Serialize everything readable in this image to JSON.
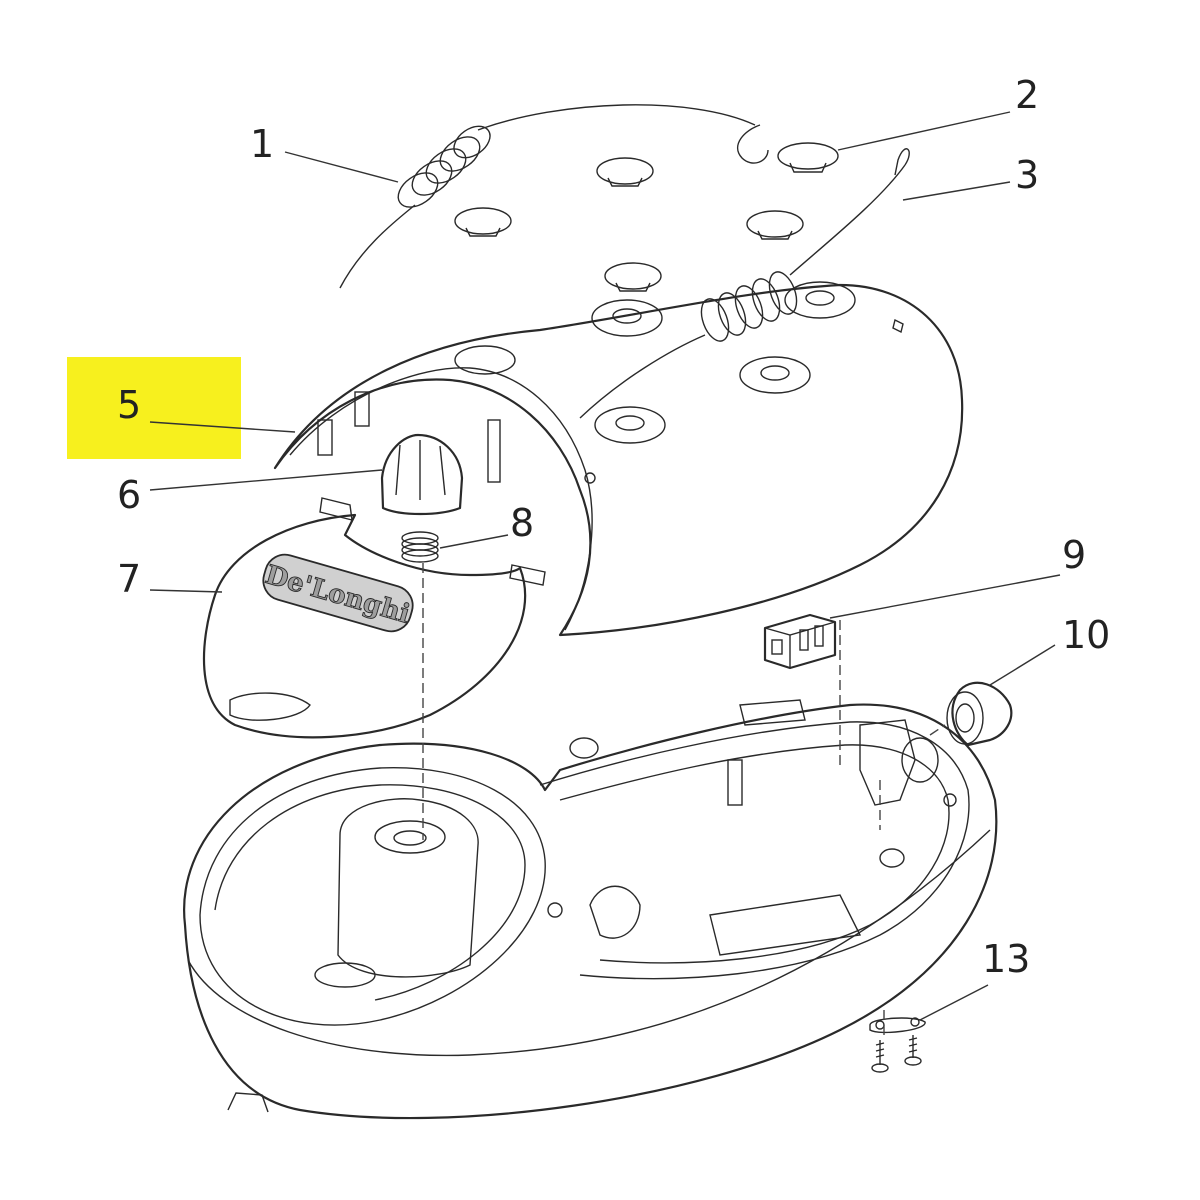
{
  "diagram": {
    "colors": {
      "highlight": "#f7f01e",
      "cover_fill": "#9b9b9b",
      "part_fill": "#c8c8c8",
      "light_fill": "#e6e6e6",
      "outline": "#2a2a2a"
    },
    "callouts": [
      {
        "id": "1",
        "label": "1"
      },
      {
        "id": "2",
        "label": "2"
      },
      {
        "id": "3",
        "label": "3"
      },
      {
        "id": "5",
        "label": "5",
        "highlighted": true
      },
      {
        "id": "6",
        "label": "6"
      },
      {
        "id": "7",
        "label": "7"
      },
      {
        "id": "8",
        "label": "8"
      },
      {
        "id": "9",
        "label": "9"
      },
      {
        "id": "10",
        "label": "10"
      },
      {
        "id": "13",
        "label": "13"
      }
    ],
    "brand_mark": "De'Longhi"
  }
}
